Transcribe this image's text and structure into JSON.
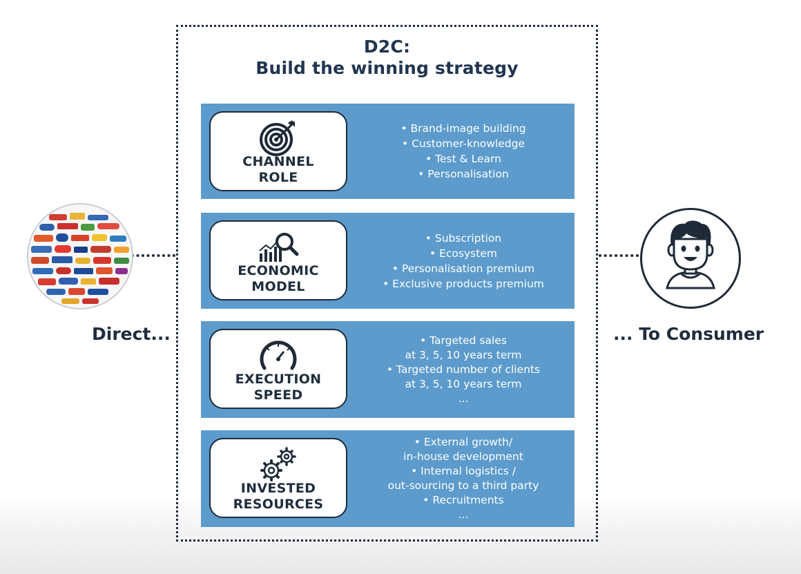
{
  "title": {
    "line1": "D2C:",
    "line2": "Build the winning strategy"
  },
  "left_node": {
    "label": "Direct..."
  },
  "right_node": {
    "label": "... To Consumer"
  },
  "rows": [
    {
      "label_line1": "CHANNEL",
      "label_line2": "ROLE",
      "icon": "target-icon",
      "bullets": [
        "• Brand-image building",
        "• Customer-knowledge",
        "• Test & Learn",
        "• Personalisation"
      ]
    },
    {
      "label_line1": "ECONOMIC",
      "label_line2": "MODEL",
      "icon": "chart-magnifier-icon",
      "bullets": [
        "• Subscription",
        "• Ecosystem",
        "• Personalisation premium",
        "• Exclusive products premium"
      ]
    },
    {
      "label_line1": "EXECUTION",
      "label_line2": "SPEED",
      "icon": "speedometer-icon",
      "bullets": [
        "• Targeted sales",
        "at 3, 5, 10 years term",
        "• Targeted number of clients",
        "at 3, 5, 10 years term",
        "..."
      ]
    },
    {
      "label_line1": "INVESTED",
      "label_line2": "RESOURCES",
      "icon": "gears-icon",
      "bullets": [
        "• External growth/",
        "in-house development",
        "• Internal logistics /",
        "out-sourcing to a third party",
        "• Recruitments",
        "..."
      ]
    }
  ],
  "colors": {
    "row_fill": "#5c9bcc",
    "dark": "#1e2a38",
    "title": "#21354f"
  }
}
